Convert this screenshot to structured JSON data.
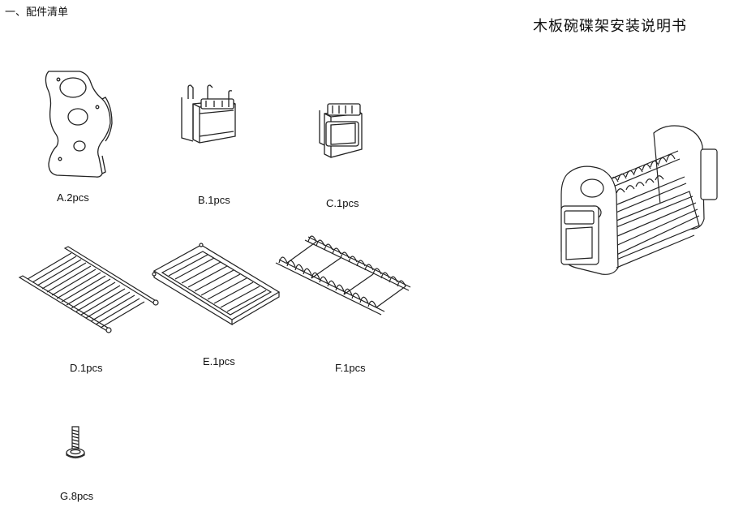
{
  "section_heading": "一、配件清单",
  "document_title": "木板碗碟架安装说明书",
  "parts": [
    {
      "id": "A",
      "label": "A.2pcs",
      "icon": "side-panel-icon"
    },
    {
      "id": "B",
      "label": "B.1pcs",
      "icon": "utensil-holder-large-icon"
    },
    {
      "id": "C",
      "label": "C.1pcs",
      "icon": "utensil-holder-small-icon"
    },
    {
      "id": "D",
      "label": "D.1pcs",
      "icon": "wire-shelf-icon"
    },
    {
      "id": "E",
      "label": "E.1pcs",
      "icon": "drip-tray-icon"
    },
    {
      "id": "F",
      "label": "F.1pcs",
      "icon": "plate-rack-icon"
    },
    {
      "id": "G",
      "label": "G.8pcs",
      "icon": "screw-icon"
    }
  ],
  "assembled_view_icon": "assembled-dish-rack-icon"
}
